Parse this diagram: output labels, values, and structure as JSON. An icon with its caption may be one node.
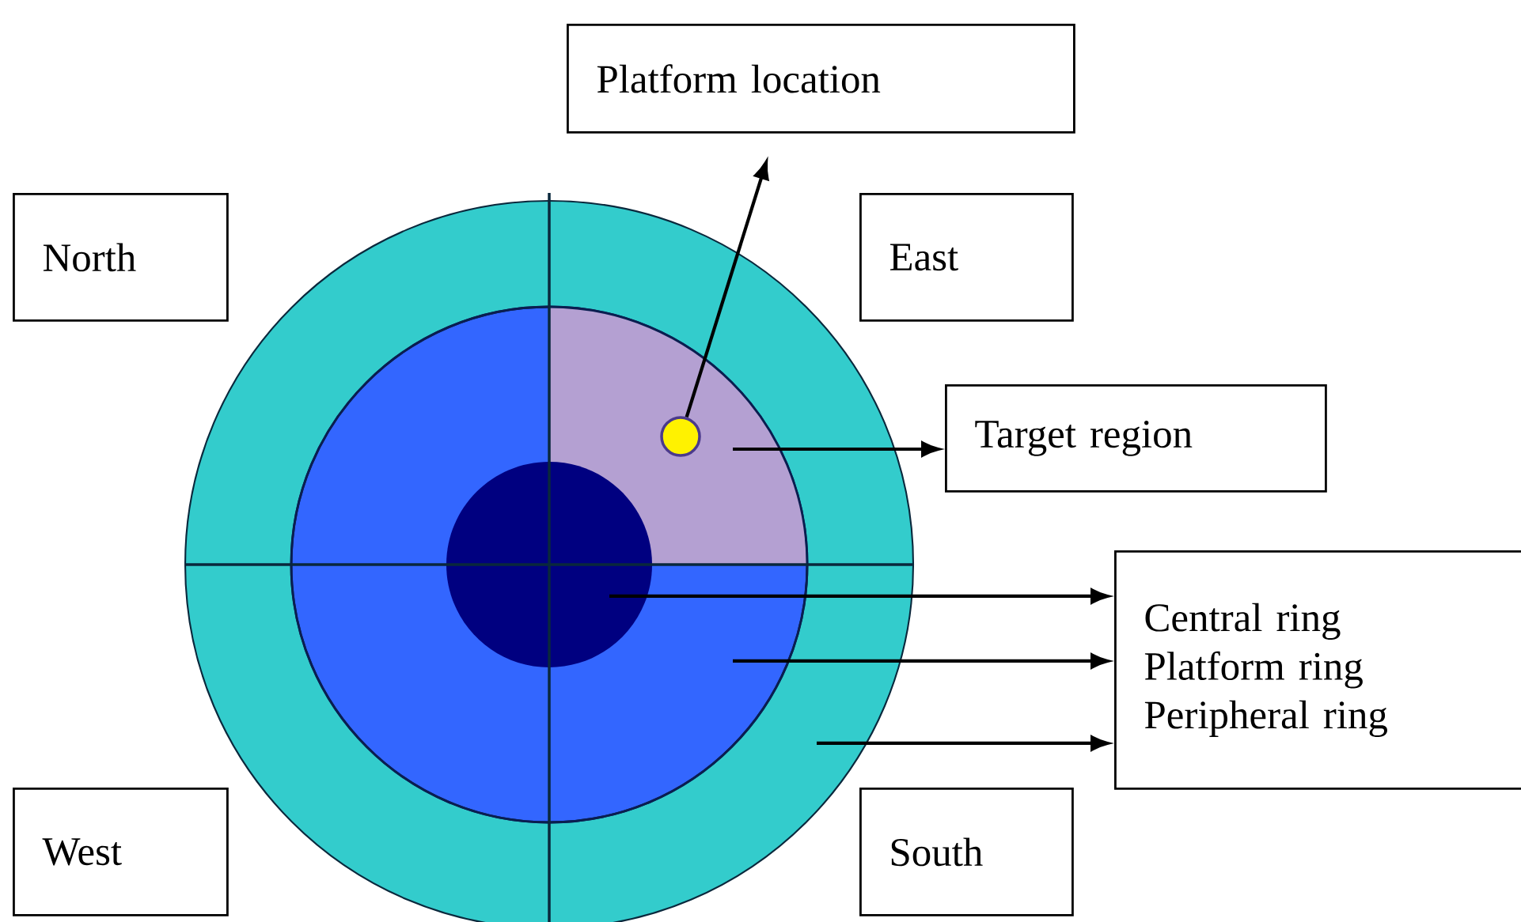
{
  "diagram": {
    "nodes": [
      {
        "text": [
          "Platform location"
        ]
      },
      {
        "text": [
          "North"
        ]
      },
      {
        "text": [
          "East"
        ]
      },
      {
        "text": [],
        "shape": "circle"
      },
      {
        "text": [
          "Target region"
        ]
      },
      {
        "text": [
          "Central ring",
          "Platform ring",
          "Peripheral ring"
        ]
      },
      {
        "text": [
          "West"
        ]
      },
      {
        "text": [
          "South"
        ]
      }
    ],
    "edges": [
      {
        "from": 3,
        "to": 0,
        "arrow": "to"
      },
      {
        "from": null,
        "to": 4,
        "arrow": "to"
      },
      {
        "from": null,
        "to": 5,
        "arrow": "to"
      },
      {
        "from": null,
        "to": 5,
        "arrow": "to"
      },
      {
        "from": null,
        "to": 5,
        "arrow": "to"
      }
    ]
  }
}
